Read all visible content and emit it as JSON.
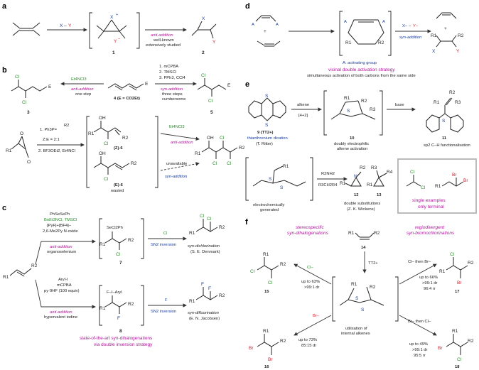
{
  "panels": {
    "a": {
      "label": "a",
      "reagent_x": "X",
      "reagent_dash": "–",
      "reagent_y": "Y",
      "int_x": "X",
      "int_plus": "+",
      "int_y": "Y",
      "int_minus": "–",
      "arrow_line1": "anti-addition",
      "arrow_line2": "well-known",
      "arrow_line3": "extensively studied",
      "prod_x": "X",
      "prod_y": "Y",
      "cmpd1": "1",
      "cmpd2": "2"
    },
    "b": {
      "label": "b",
      "left_reagent": "Et4NCl3",
      "left_arrow_1": "anti-addition",
      "left_arrow_2": "one step",
      "right_step1": "1. mCPBA",
      "right_step2": "2. TMSCl",
      "right_step3": "3. PPh3, CCl4",
      "right_arrow_1": "syn-addition",
      "right_arrow_2": "three steps",
      "right_arrow_3": "cumbersome",
      "cl": "Cl",
      "e": "E",
      "cmpd3": "3",
      "cmpd4": "4 (E = CO2Et)",
      "cmpd5": "5",
      "wittig_1": "1. Ph3P=",
      "wittig_r": "R2",
      "ratio": "Z:E = 2:1",
      "wittig_2": "2. BF3OEt2, Et4NCl",
      "r1": "R1",
      "r2": "R2",
      "oh": "OH",
      "o": "O",
      "z6": "(Z)-6",
      "e6": "(E)-6",
      "wasted": "wasted",
      "top_reagent": "Et4NCl3",
      "top_anti": "anti-addition",
      "unavailable": "unavailable",
      "bottom_syn": "syn-addition"
    },
    "c": {
      "label": "c",
      "top_r1": "PhSeSePh",
      "top_r2": "BnEt3NCl, TMSCl",
      "top_r3": "[PyF]+[BF4]–",
      "top_r4": "2,6-Me2Py N-oxide",
      "top_below1": "anti-addition",
      "top_below2": "organoselenium",
      "secl2ph": "SeCl2Ph",
      "cl_anion": "Cl",
      "sn2_top": "SN2 inversion",
      "syn_dichlor": "syn-dichlorination",
      "denmark": "(S. E. Denmark)",
      "cmpd7": "7",
      "bot_r1": "Aryl-I",
      "bot_r2": "mCPBA",
      "bot_r3": "py·9HF (100 equiv)",
      "bot_below1": "anti-addition",
      "bot_below2": "hypervalent iodine",
      "f_aryl": "F–I–Aryl",
      "f_anion": "F",
      "sn2_bot": "SN2 inversion",
      "syn_difluor": "syn-difluorination",
      "jacobsen": "(E. N. Jacobsen)",
      "cmpd8": "8",
      "footer1": "state-of-the-art syn-dihalogenations",
      "footer2": "via double inversion strategy",
      "r1": "R1",
      "r2": "R2",
      "cl": "Cl",
      "f": "F"
    },
    "d": {
      "label": "d",
      "a_label": "A",
      "r1": "R1",
      "r2": "R2",
      "x_minus": "X–",
      "y_minus": "Y–",
      "syn_add": "syn-addition",
      "x": "X",
      "y": "Y",
      "legend": "A: activating group",
      "strategy": "vicinal double activation strategy",
      "subtitle": "simultaneous activation of both carbons from the same side"
    },
    "e": {
      "label": "e",
      "tt_name": "thianthrenium dication",
      "tt_author": "(T. Ritter)",
      "cmpd9": "9 (TT2+)",
      "alkene": "alkene",
      "cyclo": "[4+2]",
      "cmpd10": "10",
      "doubly": "doubly electrophilic",
      "activation": "alkene activation",
      "base": "base",
      "cmpd11": "11",
      "sp2": "sp2 C–H functionalisation",
      "electro1": "electrochemically",
      "electro2": "generated",
      "nuc1": "R2NH2",
      "nuc2": "R3CH2R4",
      "cmpd12": "12",
      "cmpd13": "13",
      "double_sub": "double substitutions",
      "wickens": "(Z. K. Wickens)",
      "single1": "single examples",
      "single2": "only terminal",
      "s": "S",
      "r1": "R1",
      "r2": "R2",
      "r3": "R3",
      "r4": "R4",
      "n": "N",
      "cl": "Cl",
      "br": "Br"
    },
    "f": {
      "label": "f",
      "left_title1": "stereospecific",
      "left_title2": "syn-dihalogenations",
      "right_title1": "regiodivergent",
      "right_title2": "syn-bromochlorinations",
      "cmpd14": "14",
      "tt": "TT2+",
      "cl_minus": "Cl–",
      "br_minus": "Br–",
      "y15a": "up to 63%",
      "y15b": ">99:1 dr",
      "y16a": "up to 73%",
      "y16b": "85:15 dr",
      "cmpd15": "15",
      "cmpd16": "16",
      "center_caption1": "utilisation of",
      "center_caption2": "internal alkenes",
      "top_right_reagent": "Cl– then Br–",
      "y17a": "up to 66%",
      "y17b": ">99:1 dr",
      "y17c": "96:4 rr",
      "cmpd17": "17",
      "bot_right_reagent": "Br– then Cl–",
      "y18a": "up to 49%",
      "y18b": ">99:1 dr",
      "y18c": "95:5 rr",
      "cmpd18": "18",
      "r1": "R1",
      "r2": "R2",
      "cl": "Cl",
      "br": "Br",
      "s": "S"
    }
  },
  "colors": {
    "chlorine": "#2e8b2e",
    "blue": "#1a3d9e",
    "red": "#d11a2a",
    "magenta": "#b0179b"
  }
}
